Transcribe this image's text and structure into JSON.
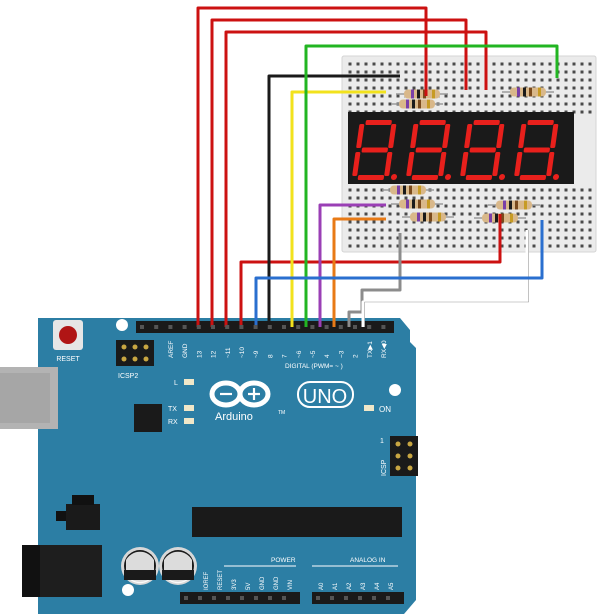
{
  "board": {
    "reset_label": "RESET",
    "icsp2_label": "ICSP2",
    "icsp_label": "ICSP",
    "icsp_pin1": "1",
    "brand": "Arduino",
    "model": "UNO",
    "tm": "TM",
    "on_label": "ON",
    "led_l": "L",
    "led_tx": "TX",
    "led_rx": "RX",
    "digital_label": "DIGITAL (PWM= ~ )",
    "power_label": "POWER",
    "analog_label": "ANALOG IN",
    "top_pins": [
      "AREF",
      "GND",
      "13",
      "12",
      "~11",
      "~10",
      "~9",
      "8",
      "7",
      "~6",
      "~5",
      "4",
      "~3",
      "2",
      "TX▶1",
      "RX◀0"
    ],
    "power_pins": [
      "IOREF",
      "RESET",
      "3V3",
      "5V",
      "GND",
      "GND",
      "VIN"
    ],
    "analog_pins": [
      "A0",
      "A1",
      "A2",
      "A3",
      "A4",
      "A5"
    ]
  },
  "display": {
    "digits": [
      "8.",
      "8.",
      "8.",
      "8."
    ],
    "segment_color": "#e8201c",
    "body_color": "#1a1a1a"
  },
  "colors": {
    "board": "#2c7ea4",
    "board_dark": "#1f6a8d",
    "breadboard": "#ebebeb",
    "wire_red": "#cc1111",
    "wire_black": "#1a1a1a",
    "wire_yellow": "#f2e21c",
    "wire_green": "#22b522",
    "wire_purple": "#9a3fb5",
    "wire_orange": "#e87a16",
    "wire_gray": "#8c8c8c",
    "wire_white": "#ffffff",
    "wire_blue": "#2a6fcf"
  }
}
